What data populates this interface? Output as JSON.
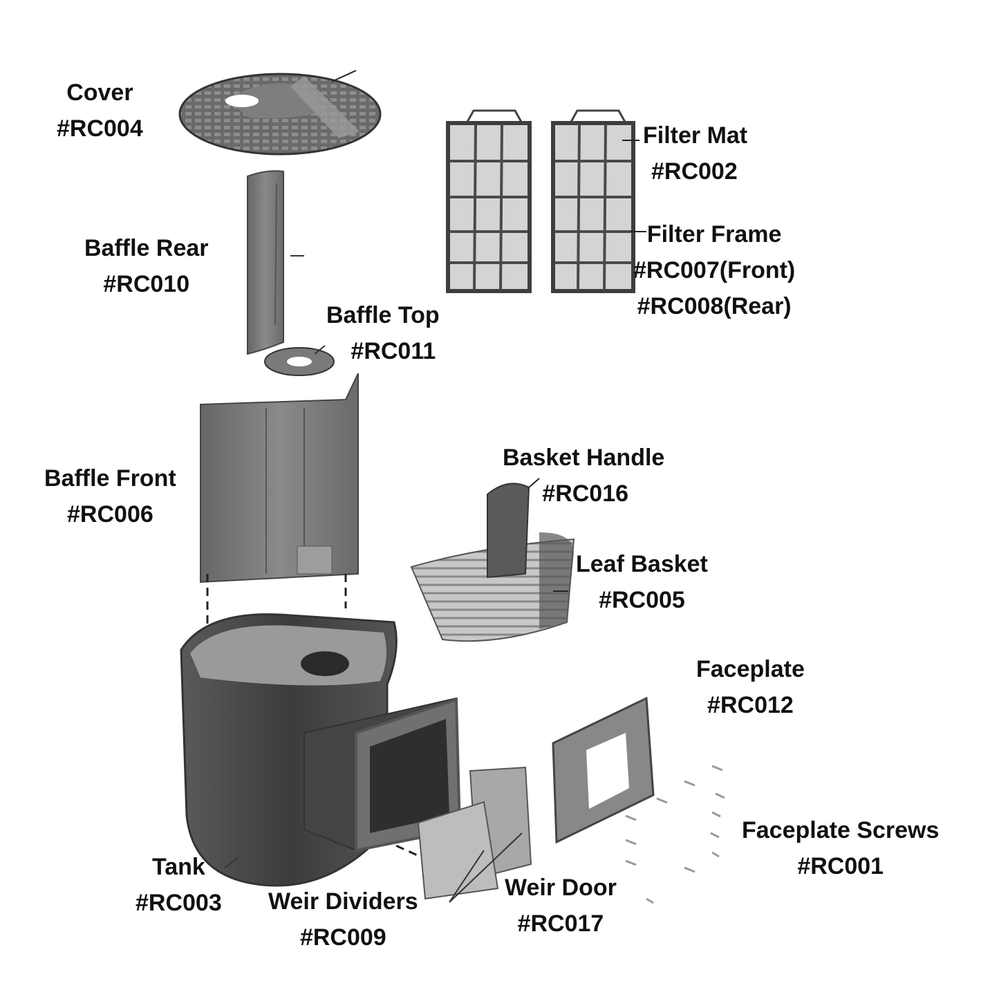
{
  "title": "Skimmer Replacement Parts Diagram",
  "parts": [
    {
      "id": "cover",
      "name": "Cover",
      "codes": [
        "#RC004"
      ]
    },
    {
      "id": "filter-mat",
      "name": "Filter Mat",
      "codes": [
        "#RC002"
      ]
    },
    {
      "id": "baffle-rear",
      "name": "Baffle Rear",
      "codes": [
        "#RC010"
      ]
    },
    {
      "id": "filter-frame",
      "name": "Filter Frame",
      "codes": [
        "#RC007(Front)",
        "#RC008(Rear)"
      ]
    },
    {
      "id": "baffle-top",
      "name": "Baffle Top",
      "codes": [
        "#RC011"
      ]
    },
    {
      "id": "basket-handle",
      "name": "Basket Handle",
      "codes": [
        "#RC016"
      ]
    },
    {
      "id": "baffle-front",
      "name": "Baffle Front",
      "codes": [
        "#RC006"
      ]
    },
    {
      "id": "leaf-basket",
      "name": "Leaf Basket",
      "codes": [
        "#RC005"
      ]
    },
    {
      "id": "faceplate",
      "name": "Faceplate",
      "codes": [
        "#RC012"
      ]
    },
    {
      "id": "faceplate-screws",
      "name": "Faceplate Screws",
      "codes": [
        "#RC001"
      ]
    },
    {
      "id": "tank",
      "name": "Tank",
      "codes": [
        "#RC003"
      ]
    },
    {
      "id": "weir-dividers",
      "name": "Weir Dividers",
      "codes": [
        "#RC009"
      ]
    },
    {
      "id": "weir-door",
      "name": "Weir Door",
      "codes": [
        "#RC017"
      ]
    }
  ],
  "colors": {
    "part_dark": "#4a4a4a",
    "part_mid": "#7a7a7a",
    "part_light": "#b5b5b5",
    "filter_fill": "#cfcfcf",
    "text": "#111111"
  }
}
